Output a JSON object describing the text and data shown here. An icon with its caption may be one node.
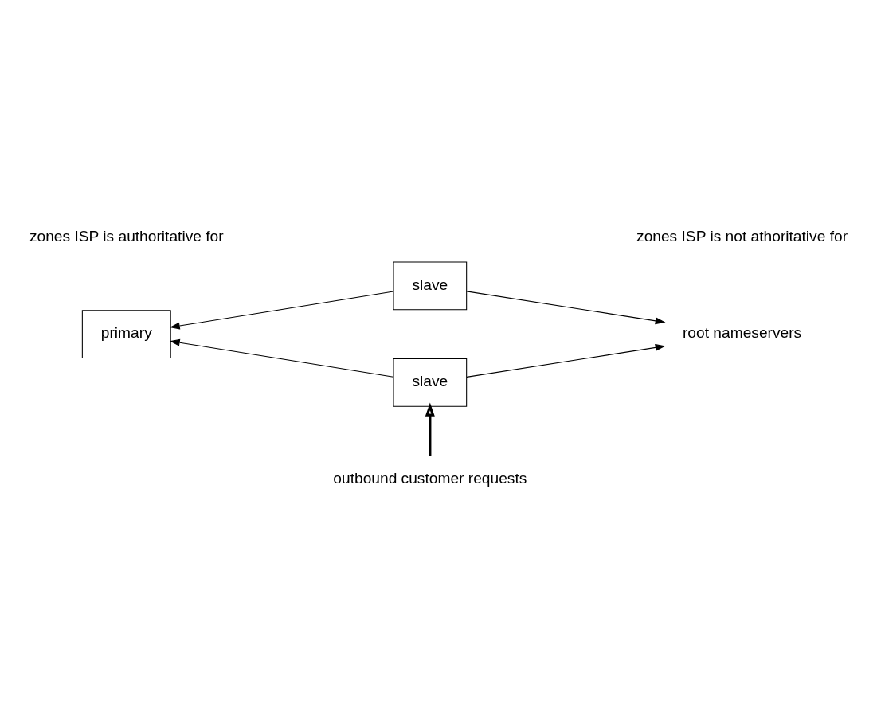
{
  "diagram": {
    "nodes": [
      {
        "text": [
          "primary"
        ]
      },
      {
        "text": [
          "slave"
        ]
      },
      {
        "text": [
          "slave"
        ]
      },
      {
        "text": [
          "root nameservers"
        ]
      },
      {
        "text": [
          "outbound customer requests"
        ]
      }
    ],
    "edges": [
      {
        "from": 1,
        "to": 0,
        "arrow": "to"
      },
      {
        "from": 1,
        "to": 3,
        "arrow": "to"
      },
      {
        "from": 2,
        "to": 0,
        "arrow": "to"
      },
      {
        "from": 2,
        "to": 3,
        "arrow": "to"
      },
      {
        "from": 4,
        "to": 2,
        "arrow": "to",
        "style": "thick"
      }
    ],
    "labels": [
      "zones ISP is authoritative for",
      "zones ISP is not athoritative for"
    ]
  }
}
